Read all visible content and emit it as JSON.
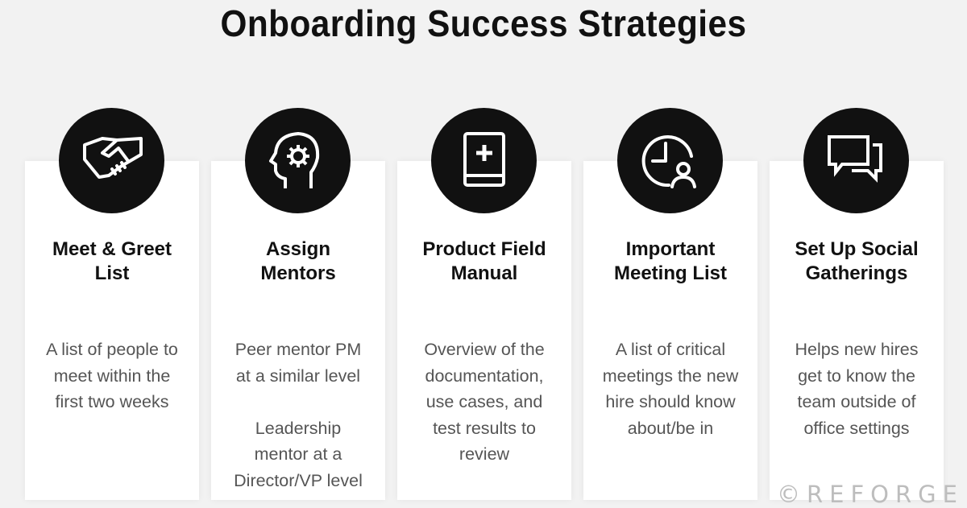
{
  "title": "Onboarding Success Strategies",
  "cards": [
    {
      "icon": "handshake-icon",
      "title": "Meet & Greet\nList",
      "description": "A list of people to\nmeet within the\nfirst two weeks"
    },
    {
      "icon": "head-gear-icon",
      "title": "Assign\nMentors",
      "description": "Peer mentor PM\nat a similar level\n\nLeadership\nmentor at a\nDirector/VP level"
    },
    {
      "icon": "book-plus-icon",
      "title": "Product Field\nManual",
      "description": "Overview of the\ndocumentation,\nuse cases, and\ntest results to\nreview"
    },
    {
      "icon": "clock-person-icon",
      "title": "Important\nMeeting List",
      "description": "A list of critical\nmeetings the new\nhire should know\nabout/be in"
    },
    {
      "icon": "chat-bubbles-icon",
      "title": "Set Up Social\nGatherings",
      "description": "Helps new hires\nget to know the\nteam outside of\noffice settings"
    }
  ],
  "watermark": "©REFORGE",
  "colors": {
    "background": "#f2f2f2",
    "card": "#ffffff",
    "circle": "#111111",
    "title_text": "#111111",
    "desc_text": "#555555"
  }
}
